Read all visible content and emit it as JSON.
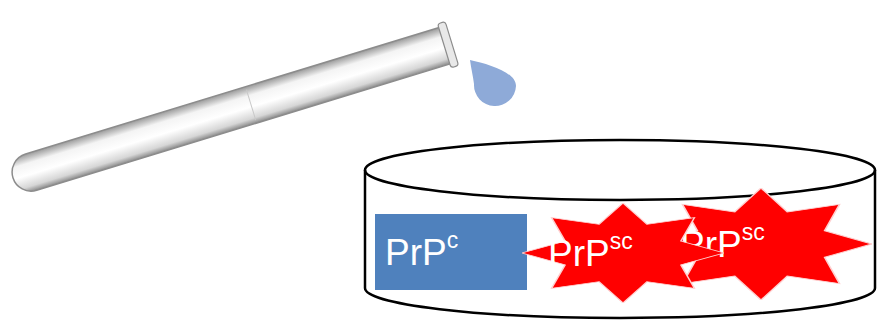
{
  "diagram": {
    "nodes": [
      {
        "text": [
          "PrP",
          "c"
        ]
      },
      {
        "text": [
          "PrP",
          "sc"
        ]
      },
      {
        "text": [
          "PrP",
          "sc"
        ]
      }
    ]
  }
}
